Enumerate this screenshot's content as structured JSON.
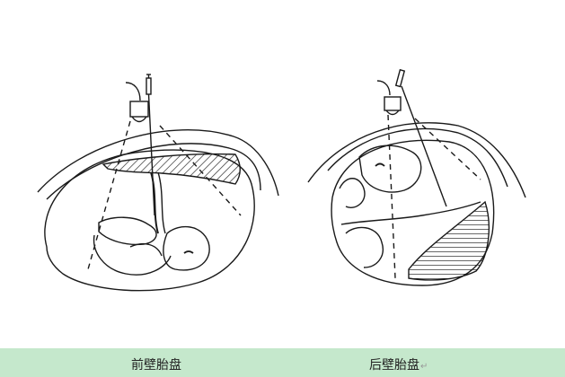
{
  "figure": {
    "panels": [
      {
        "id": "anterior",
        "label": "前壁胎盘",
        "description": "Anterior placenta: ultrasound probe with needle over abdomen, hatched placenta along the anterior uterine wall above the fetus"
      },
      {
        "id": "posterior",
        "label": "后壁胎盘",
        "description": "Posterior placenta: ultrasound probe with needle over abdomen, hatched placenta along the posterior/lower uterine wall below the fetus"
      }
    ],
    "return_mark": "↵",
    "colors": {
      "line": "#1a1a1a",
      "band": "#c5e8cc",
      "background": "#ffffff"
    }
  }
}
